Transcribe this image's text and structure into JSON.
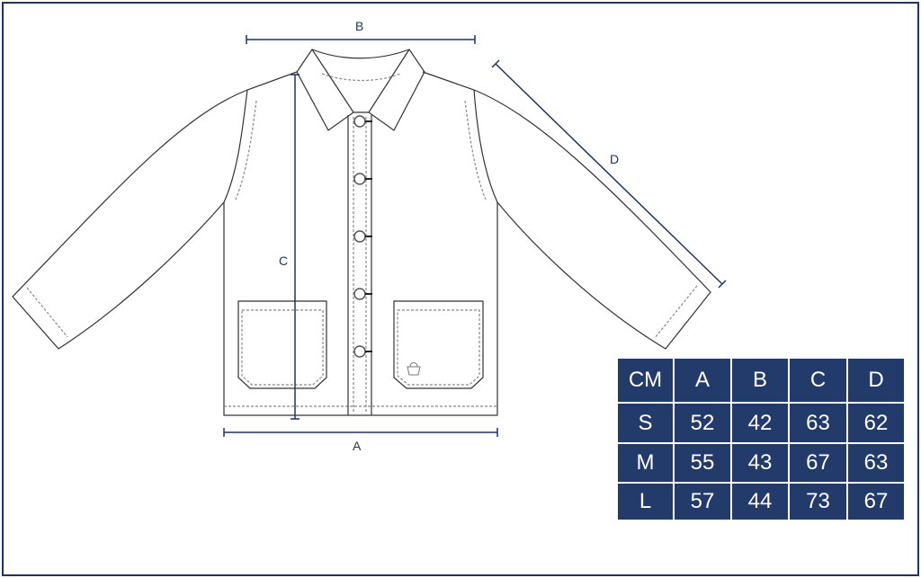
{
  "dimensions": {
    "a": "A",
    "b": "B",
    "c": "C",
    "d": "D"
  },
  "size_table": {
    "header": [
      "CM",
      "A",
      "B",
      "C",
      "D"
    ],
    "rows": [
      [
        "S",
        "52",
        "42",
        "63",
        "62"
      ],
      [
        "M",
        "55",
        "43",
        "67",
        "63"
      ],
      [
        "L",
        "57",
        "44",
        "73",
        "67"
      ]
    ]
  },
  "colors": {
    "accent": "#1f3461",
    "table_bg": "#233b6b",
    "line": "#333333"
  }
}
